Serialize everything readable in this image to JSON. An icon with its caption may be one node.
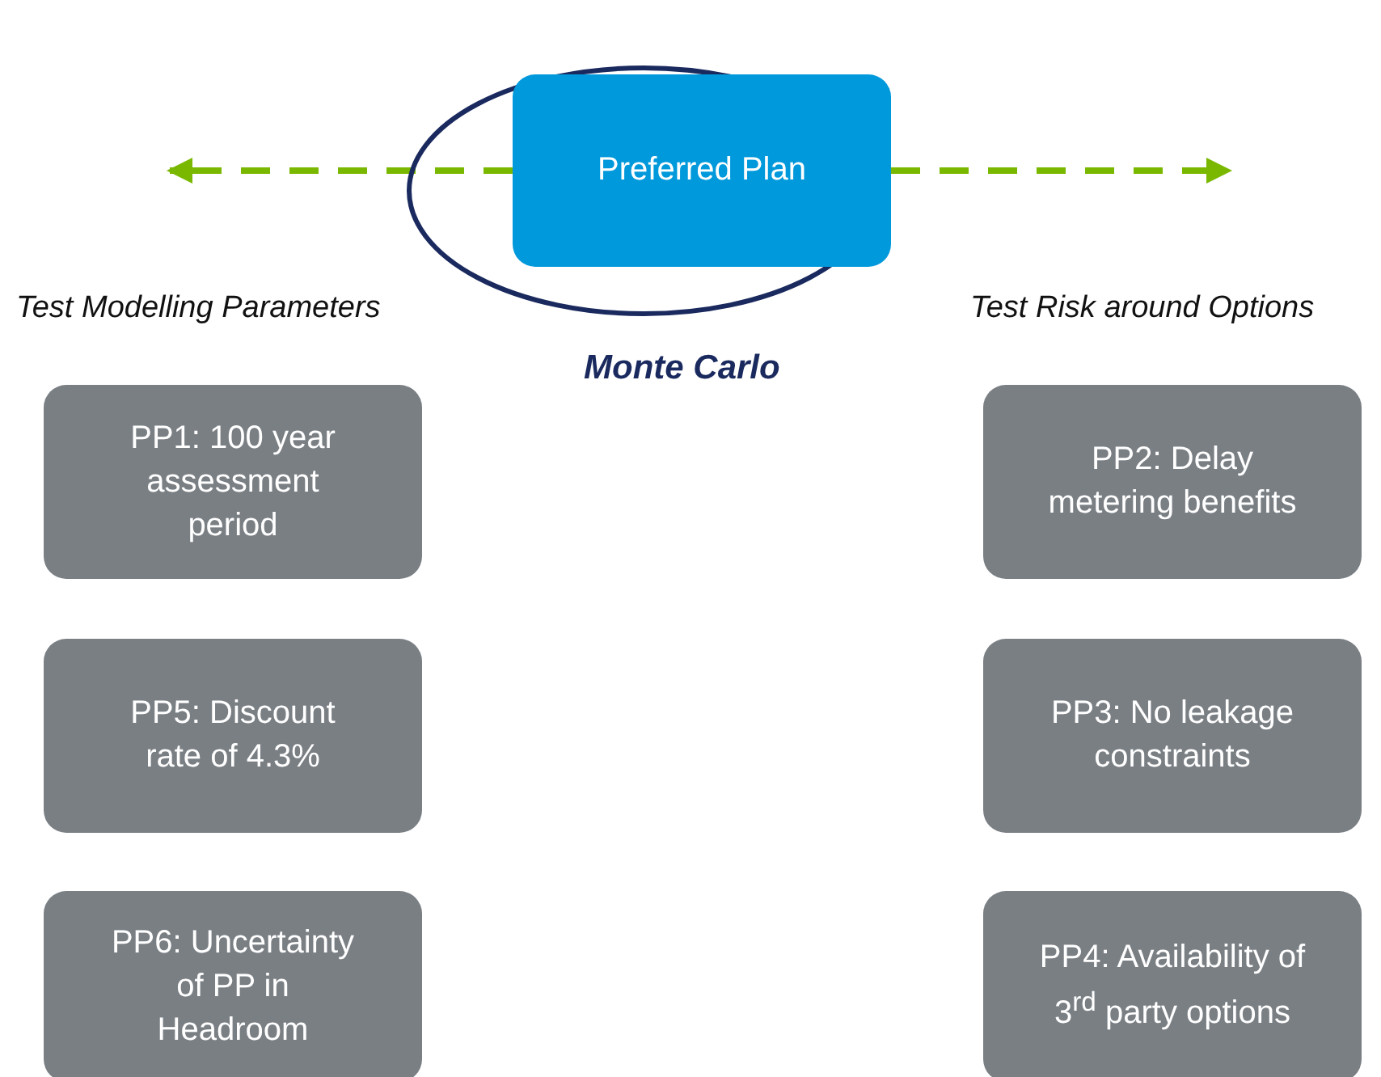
{
  "diagram": {
    "nodes": [
      {
        "text": [
          "Monte Carlo"
        ]
      },
      {
        "text": [
          "Preferred Plan"
        ],
        "in": 0
      },
      {
        "text": [
          "PP1: 100 year assessment period"
        ]
      },
      {
        "text": [
          "PP2: Delay metering benefits"
        ]
      },
      {
        "text": [
          "PP5: Discount rate of 4.3%"
        ]
      },
      {
        "text": [
          "PP3: No leakage constraints"
        ]
      },
      {
        "text": [
          "PP6: Uncertainty of PP in Headroom"
        ]
      },
      {
        "text": [
          "PP4: Availability of 3$^{rd}$ party options"
        ]
      }
    ],
    "edges": [
      {
        "from": 1,
        "to": null,
        "arrow": "to",
        "style": "dashed"
      },
      {
        "from": 1,
        "to": null,
        "arrow": "to",
        "style": "dashed"
      }
    ],
    "labels": [
      "Test Modelling Parameters",
      "Test Risk around Options"
    ]
  }
}
